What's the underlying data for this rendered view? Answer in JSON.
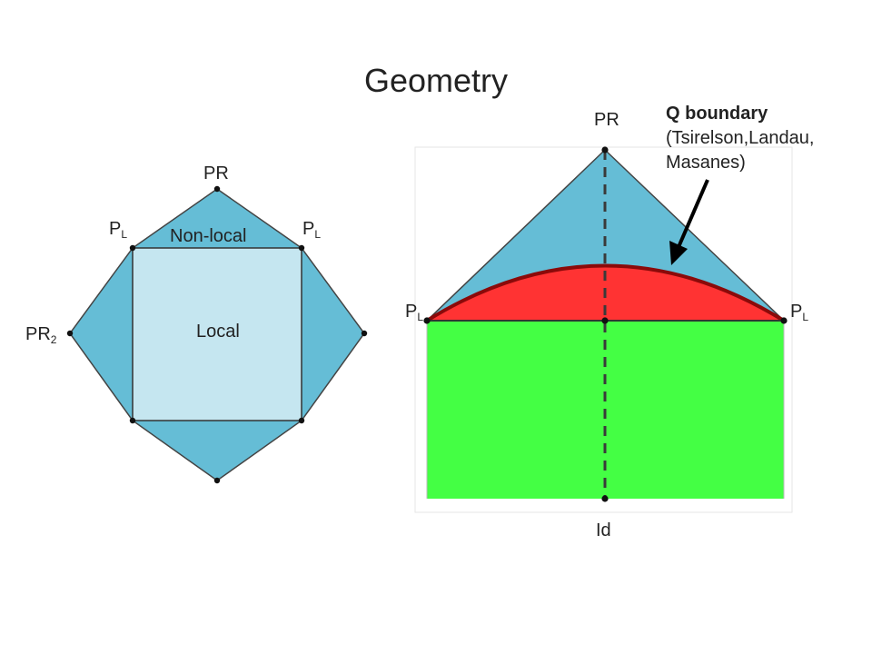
{
  "title": "Geometry",
  "left_diagram": {
    "top_label": "PR",
    "pl_left": {
      "main": "P",
      "sub": "L"
    },
    "pl_right": {
      "main": "P",
      "sub": "L"
    },
    "pr2_label": {
      "main": "PR",
      "sub": "2"
    },
    "nonlocal_label": "Non-local",
    "local_label": "Local"
  },
  "right_diagram": {
    "top_label": "PR",
    "pl_left": {
      "main": "P",
      "sub": "L"
    },
    "pl_right": {
      "main": "P",
      "sub": "L"
    },
    "bottom_label": "Id",
    "q_boundary": {
      "title": "Q boundary",
      "line2": "(Tsirelson,Landau,",
      "line3": "Masanes)"
    }
  },
  "colors": {
    "blue_region": "#65BDD6",
    "local_square": "#C5E6F0",
    "red_region": "#FF3333",
    "green_region": "#44FF44",
    "outline": "#444444",
    "dark_red": "#8B0A0A"
  }
}
